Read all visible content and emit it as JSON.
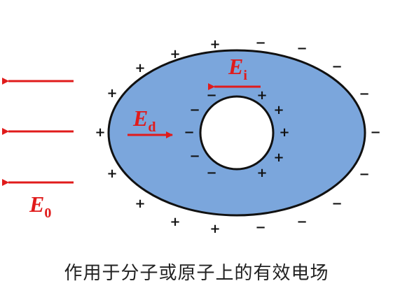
{
  "colors": {
    "dielectric_fill": "#7ba6dc",
    "outline": "#111111",
    "field_arrow": "#e01b1b",
    "text": "#222222"
  },
  "labels": {
    "external_field": {
      "symbol": "E",
      "subscript": "0"
    },
    "depolarization_field": {
      "symbol": "E",
      "subscript": "d"
    },
    "inner_field": {
      "symbol": "E",
      "subscript": "i"
    }
  },
  "charge_symbols": {
    "positive": "+",
    "negative": "−"
  },
  "caption": "作用于分子或原子上的有效电场"
}
